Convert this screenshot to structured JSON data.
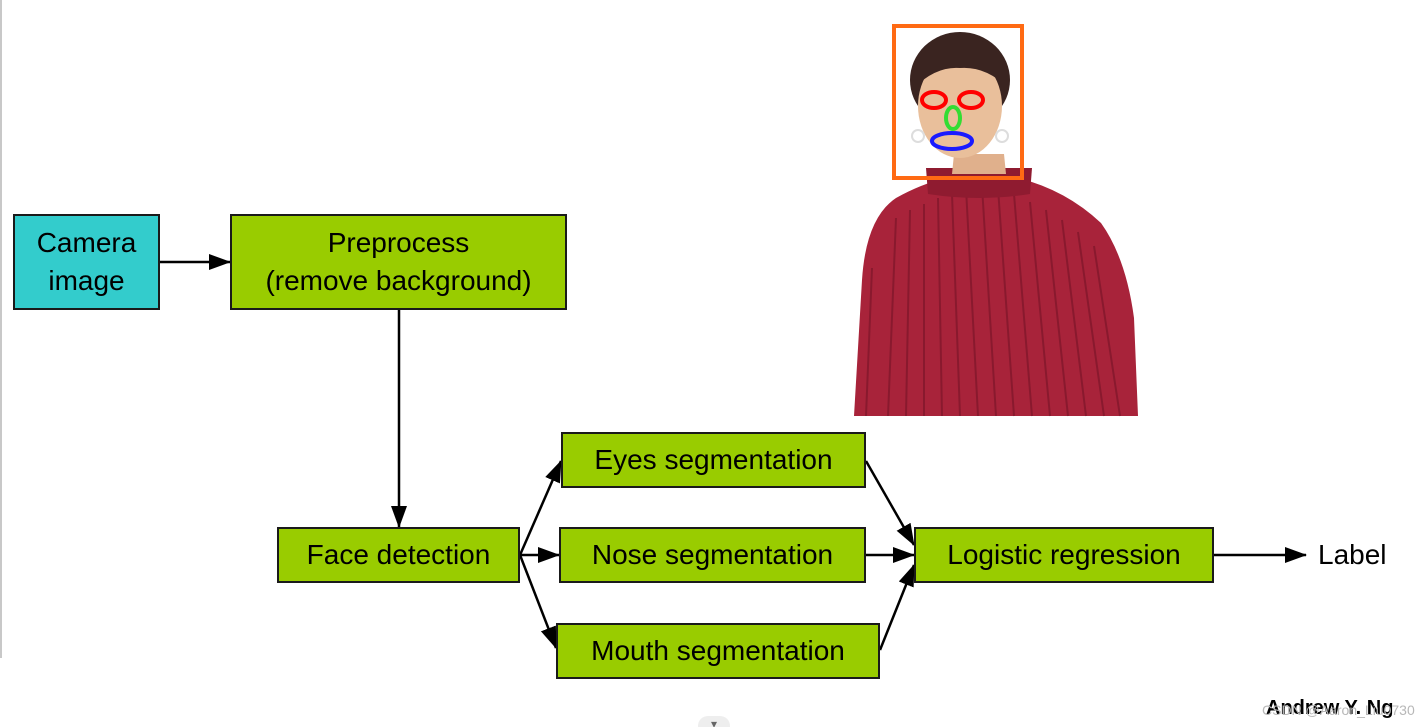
{
  "nodes": {
    "camera": {
      "line1": "Camera",
      "line2": "image"
    },
    "preprocess": {
      "line1": "Preprocess",
      "line2": "(remove background)"
    },
    "face": "Face detection",
    "eyes": "Eyes segmentation",
    "nose": "Nose segmentation",
    "mouth": "Mouth segmentation",
    "logistic": "Logistic regression"
  },
  "output_label": "Label",
  "footer": {
    "author": "Andrew Y. Ng",
    "watermark": "CSDN @Aaron_Liu0730"
  },
  "colors": {
    "input_box": "#33cccc",
    "process_box": "#99cc00",
    "face_box_outline": "#ff6a13",
    "eye_markers": "#ff0000",
    "nose_marker": "#33dd33",
    "mouth_marker": "#1a1aff",
    "sweater": "#a8233a"
  }
}
